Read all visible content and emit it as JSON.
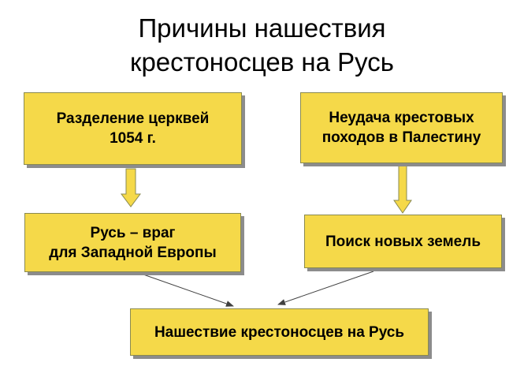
{
  "title": {
    "line1": "Причины нашествия",
    "line2": "крестоносцев на Русь"
  },
  "boxes": {
    "schism": {
      "line1": "Разделение церквей",
      "line2": "1054 г."
    },
    "crusades": {
      "line1": "Неудача крестовых",
      "line2": "походов в Палестину"
    },
    "enemy": {
      "line1": "Русь – враг",
      "line2": "для Западной Европы"
    },
    "lands": {
      "line1": "Поиск новых земель"
    },
    "invasion": {
      "line1": "Нашествие крестоносцев на Русь"
    }
  },
  "colors": {
    "box_fill": "#f5d949",
    "box_border": "#8a8a50",
    "box_shadow": "#8c8c8c",
    "arrow_fill": "#f5d949",
    "arrow_line": "#404040"
  }
}
